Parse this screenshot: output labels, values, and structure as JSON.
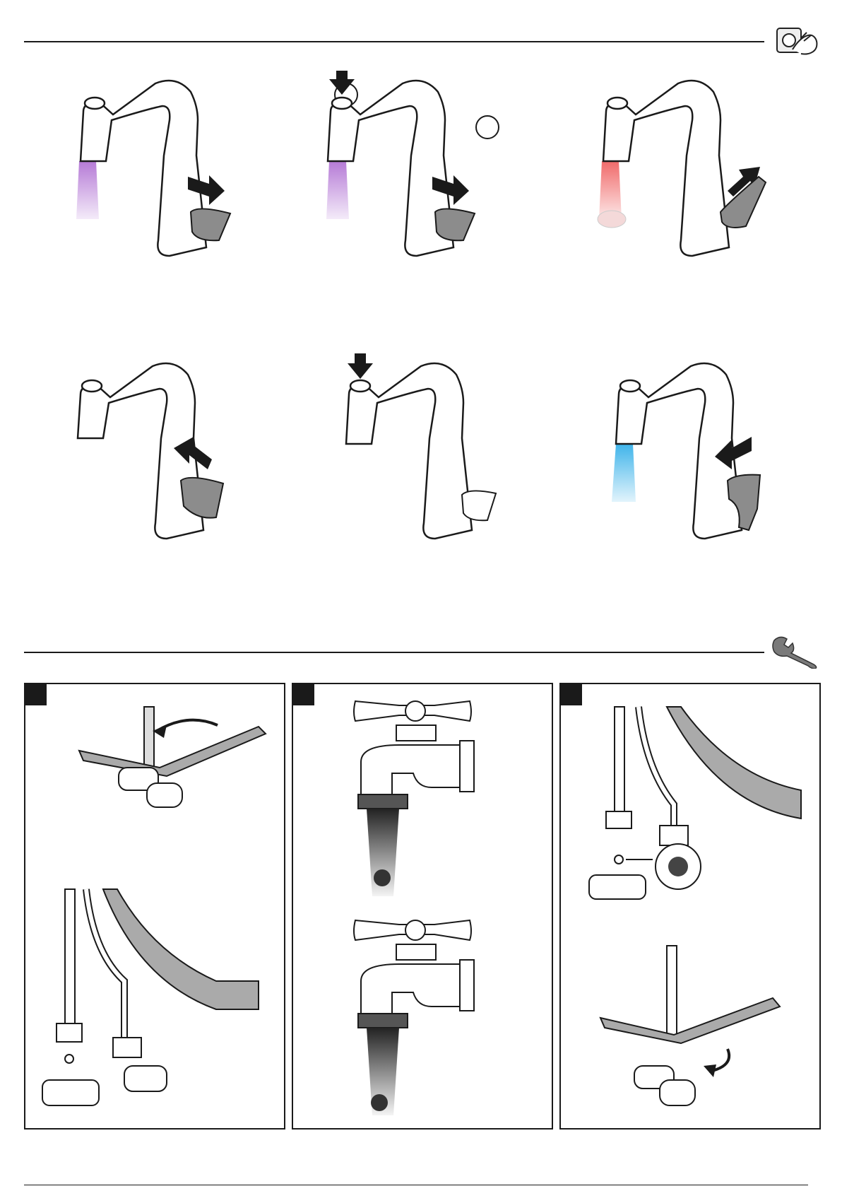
{
  "header": {
    "icon": "hand-operating-tap-icon"
  },
  "service": {
    "icon": "wrench-icon"
  },
  "usage_steps": [
    {
      "water": "purple",
      "circle_labels": [
        "",
        ""
      ]
    },
    {
      "water": "purple",
      "circle_labels": [
        "",
        ""
      ]
    },
    {
      "water": "red"
    },
    {
      "water": "none"
    },
    {
      "water": "none"
    },
    {
      "water": "blue"
    }
  ],
  "panels": [
    {
      "number": ""
    },
    {
      "number": ""
    },
    {
      "number": ""
    }
  ],
  "footer": {
    "page_number": ""
  },
  "colors": {
    "line": "#1a1a1a",
    "purple": "#b57ad6",
    "red": "#f06a6a",
    "blue": "#3fb4ea"
  }
}
